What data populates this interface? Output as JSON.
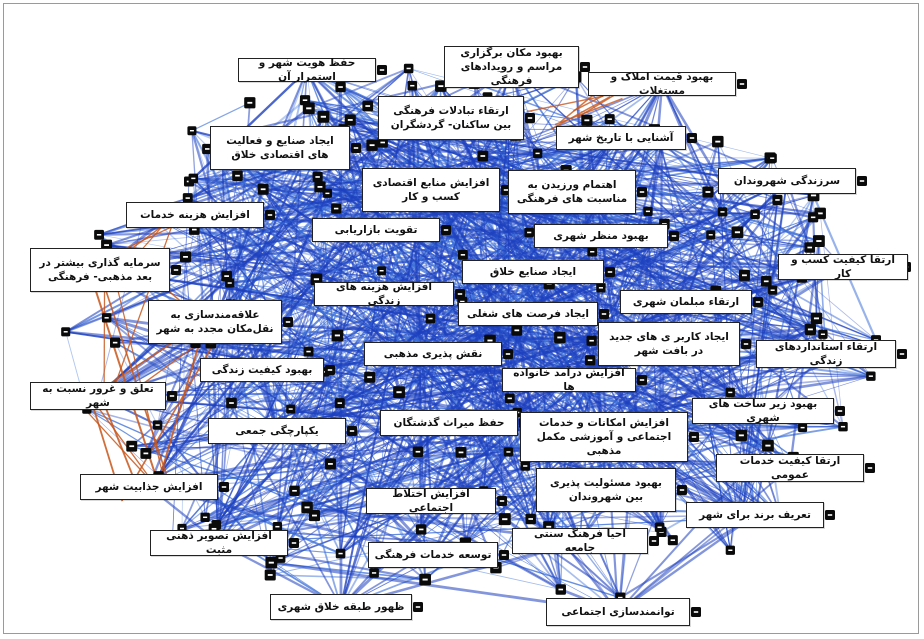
{
  "colors": {
    "edge_primary": "#1d3fbf",
    "edge_light": "#3b6fd8",
    "edge_accent": "#c8561a",
    "node_fill": "#0a0a0a",
    "label_bg": "#ffffff"
  },
  "nodes": [
    {
      "id": "n1",
      "label": "حفظ هویت شهر و استمرار آن"
    },
    {
      "id": "n2",
      "label": "بهبود مکان برگزاری مراسم و رویدادهای فرهنگی"
    },
    {
      "id": "n3",
      "label": "بهبود قیمت املاک و مستغلات"
    },
    {
      "id": "n4",
      "label": "ارتقاء تبادلات فرهنگی بین ساکنان- گردشگران"
    },
    {
      "id": "n5",
      "label": "ایجاد صنایع و فعالیت های اقتصادی خلاق"
    },
    {
      "id": "n6",
      "label": "آشنایی با تاریخ شهر"
    },
    {
      "id": "n7",
      "label": "افزایش منابع اقتصادی کسب و کار"
    },
    {
      "id": "n8",
      "label": "اهتمام ورزیدن به مناسبت های فرهنگی"
    },
    {
      "id": "n9",
      "label": "سرزندگی شهروندان"
    },
    {
      "id": "n10",
      "label": "افزایش هزینه خدمات"
    },
    {
      "id": "n11",
      "label": "تقویت بازاریابی"
    },
    {
      "id": "n12",
      "label": "بهبود منظر شهری"
    },
    {
      "id": "n13",
      "label": "سرمایه گذاری بیشتر در بعد مذهبی- فرهنگی"
    },
    {
      "id": "n14",
      "label": "ایجاد صنایع خلاق"
    },
    {
      "id": "n15",
      "label": "ارتقا کیفیت کسب و کار"
    },
    {
      "id": "n16",
      "label": "افزایش هزینه های زندگی"
    },
    {
      "id": "n17",
      "label": "ارتقاء مبلمان شهری"
    },
    {
      "id": "n18",
      "label": "علاقه‌مندسازی به نقل‌مکان مجدد به شهر"
    },
    {
      "id": "n19",
      "label": "ایجاد فرصت های شغلی"
    },
    {
      "id": "n20",
      "label": "ایجاد کاربر ی های جدید در بافت شهر"
    },
    {
      "id": "n21",
      "label": "ارتقاء استانداردهای زندگی"
    },
    {
      "id": "n22",
      "label": "نقش پذیری مذهبی"
    },
    {
      "id": "n23",
      "label": "بهبود کیفیت زندگی"
    },
    {
      "id": "n24",
      "label": "افزایش درآمد خانواده ها"
    },
    {
      "id": "n25",
      "label": "تعلق و غرور نسبت به شهر"
    },
    {
      "id": "n26",
      "label": "بهبود زیر ساخت های شهری"
    },
    {
      "id": "n27",
      "label": "حفظ میراث گذشتگان"
    },
    {
      "id": "n28",
      "label": "افزایش امکانات و خدمات اجتماعی و آموزشی مکمل مذهبی"
    },
    {
      "id": "n29",
      "label": "یکپارچگی جمعی"
    },
    {
      "id": "n30",
      "label": "ارتقا کیفیت خدمات عمومی"
    },
    {
      "id": "n31",
      "label": "افزایش جذابیت شهر"
    },
    {
      "id": "n32",
      "label": "بهبود مسئولیت پذیری بین شهروندان"
    },
    {
      "id": "n33",
      "label": "افزایش اختلاط اجتماعی"
    },
    {
      "id": "n34",
      "label": "تعریف برند برای شهر"
    },
    {
      "id": "n35",
      "label": "افزایش تصویر ذهنی مثبت"
    },
    {
      "id": "n36",
      "label": "احیا فرهنگ سنتی جامعه"
    },
    {
      "id": "n37",
      "label": "توسعه خدمات فرهنگی"
    },
    {
      "id": "n38",
      "label": "ظهور طبقه خلاق شهری"
    },
    {
      "id": "n39",
      "label": "توانمندسازی اجتماعی"
    }
  ]
}
